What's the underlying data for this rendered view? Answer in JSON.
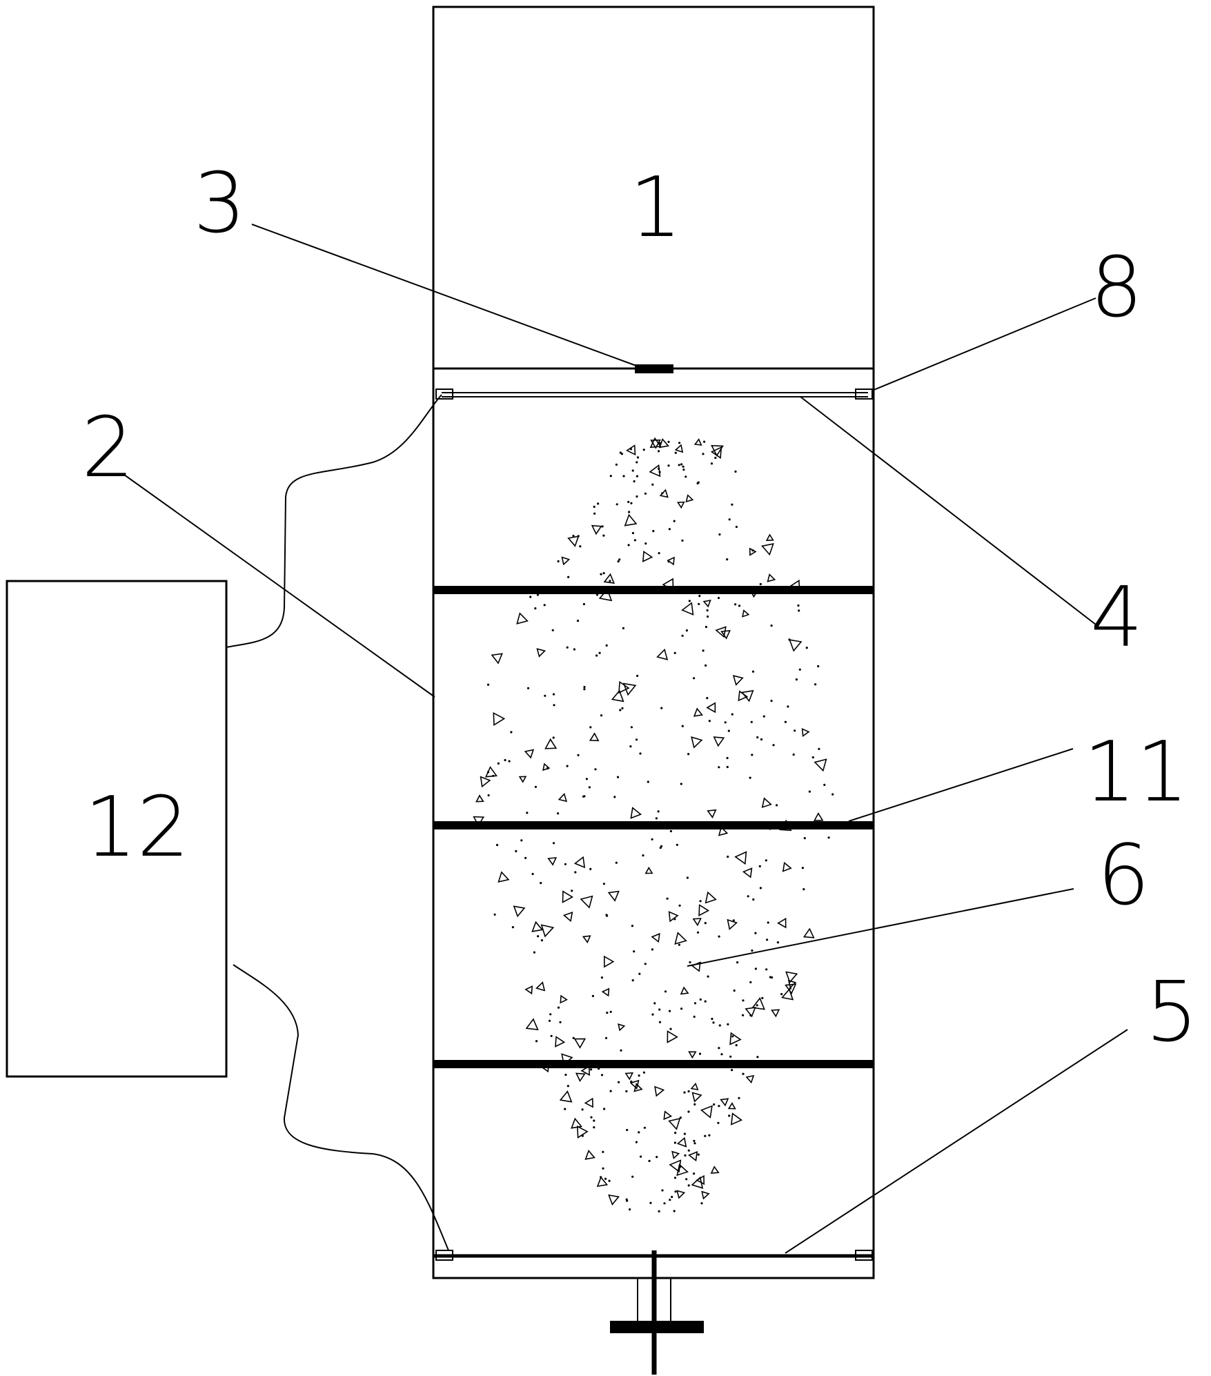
{
  "labels": {
    "l1": "1",
    "l2": "2",
    "l3": "3",
    "l4": "4",
    "l5": "5",
    "l6": "6",
    "l8": "8",
    "l11": "11",
    "l12": "12"
  },
  "colors": {
    "line": "#000000",
    "background": "#ffffff"
  }
}
